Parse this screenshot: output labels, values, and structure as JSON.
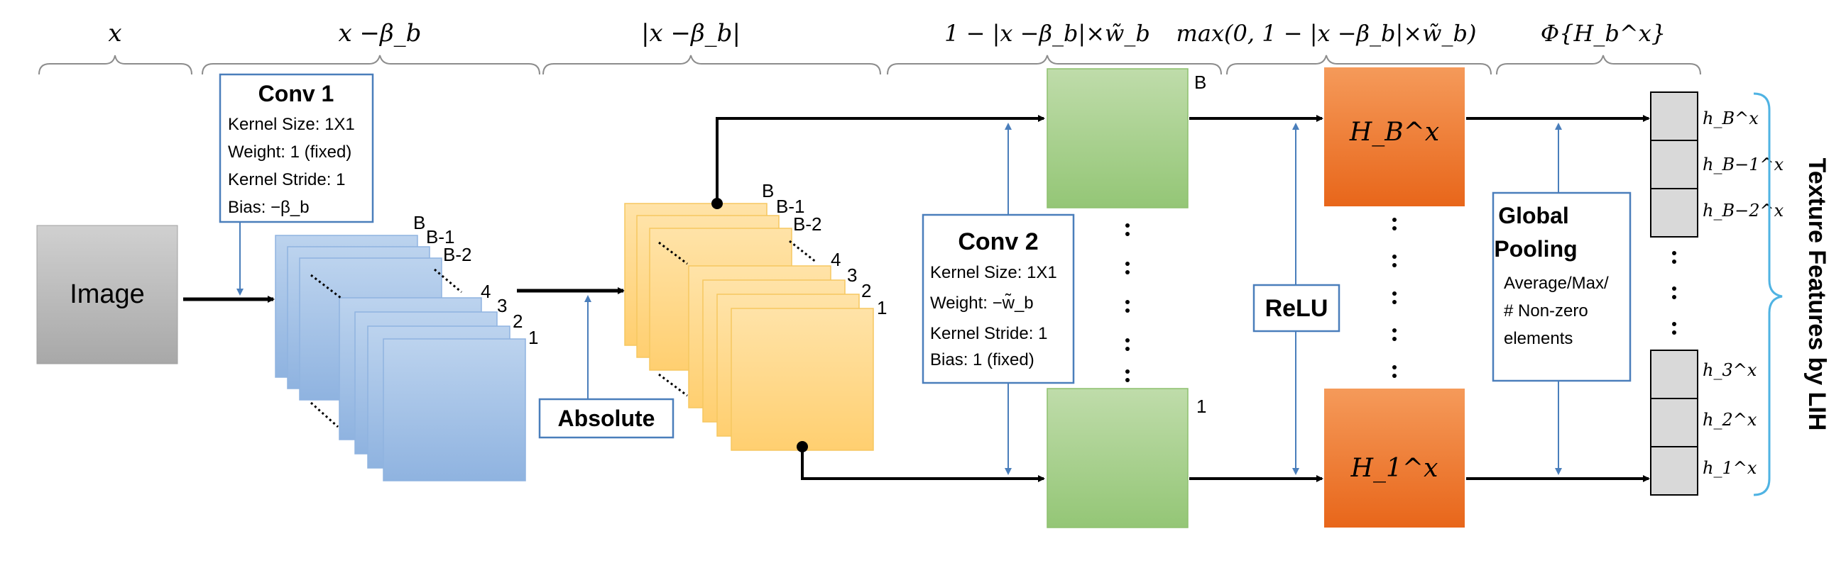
{
  "header": {
    "stage_formulas": [
      "x",
      "x −β_b",
      "|x −β_b|",
      "1 − |x −β_b|×w̃_b",
      "max(0, 1 − |x −β_b|×w̃_b)",
      "Φ{H_b^x}"
    ]
  },
  "input": {
    "label": "Image"
  },
  "conv1": {
    "title": "Conv 1",
    "lines": [
      "Kernel Size: 1X1",
      "Weight: 1 (fixed)",
      "Kernel Stride: 1",
      "Bias: −β_b"
    ]
  },
  "blue_stack": {
    "labels": [
      "B",
      "B-1",
      "B-2",
      "4",
      "3",
      "2",
      "1"
    ]
  },
  "absolute": {
    "label": "Absolute"
  },
  "yellow_stack": {
    "labels": [
      "B",
      "B-1",
      "B-2",
      "4",
      "3",
      "2",
      "1"
    ]
  },
  "conv2": {
    "title": "Conv 2",
    "lines": [
      "Kernel Size: 1X1",
      "Weight: −w̃_b",
      "Kernel Stride: 1",
      "Bias: 1 (fixed)"
    ]
  },
  "green": {
    "top_label": "B",
    "bottom_label": "1"
  },
  "relu": {
    "label": "ReLU"
  },
  "orange": {
    "top_label": "H_B^x",
    "bottom_label": "H_1^x"
  },
  "pooling": {
    "title_line1": "Global",
    "title_line2": "Pooling",
    "lines": [
      "Average/Max/",
      "# Non-zero",
      "elements"
    ]
  },
  "features": {
    "top": [
      "h_B^x",
      "h_B−1^x",
      "h_B−2^x"
    ],
    "bottom": [
      "h_3^x",
      "h_2^x",
      "h_1^x"
    ]
  },
  "output": {
    "label": "Texture Features by LIH"
  },
  "colors": {
    "blue_fill": "#a9c6e8",
    "blue_edge": "#8fb3e0",
    "yellow_fill": "#ffdc96",
    "yellow_edge": "#f6c760",
    "green_fill": "#a8d08d",
    "green_edge": "#8dc06e",
    "orange_fill": "#ef7a2e",
    "box_border": "#4a7ebb",
    "arrow_blue": "#4a7ebb",
    "brace_blue": "#4fb3e3",
    "gray_fill": "#bfbfbf"
  }
}
